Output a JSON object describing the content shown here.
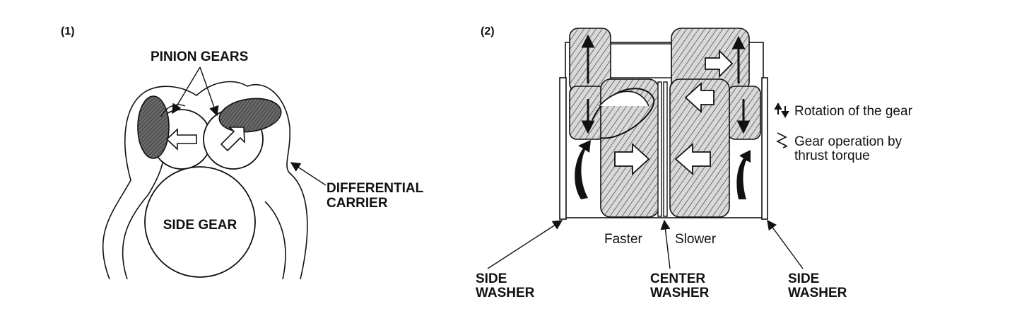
{
  "panel1": {
    "label": "(1)",
    "pinion_gears_label": "PINION GEARS",
    "side_gear_label": "SIDE GEAR",
    "carrier_label_line1": "DIFFERENTIAL",
    "carrier_label_line2": "CARRIER"
  },
  "panel2": {
    "label": "(2)",
    "faster_label": "Faster",
    "slower_label": "Slower",
    "side_washer_left_line1": "SIDE",
    "side_washer_left_line2": "WASHER",
    "center_washer_line1": "CENTER",
    "center_washer_line2": "WASHER",
    "side_washer_right_line1": "SIDE",
    "side_washer_right_line2": "WASHER"
  },
  "legend": {
    "rotation_icon": "up-down-arrows-icon",
    "rotation_text": "Rotation of the gear",
    "thrust_icon": "zigzag-arrow-icon",
    "thrust_text_line1": "Gear operation by",
    "thrust_text_line2": "thrust torque"
  }
}
